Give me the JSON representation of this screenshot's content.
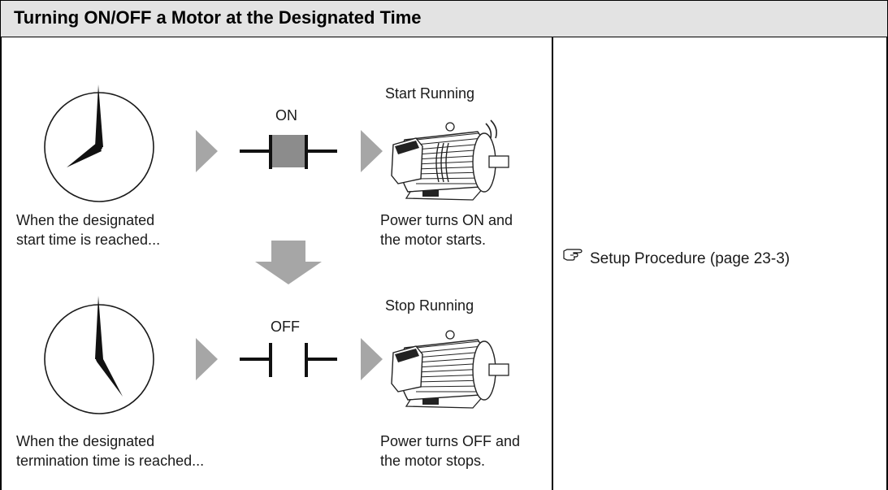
{
  "header": {
    "title": "Turning ON/OFF a Motor at the Designated Time"
  },
  "rows": [
    {
      "caption_left_line1": "When the designated",
      "caption_left_line2": "start time is reached...",
      "switch_label": "ON",
      "motor_label": "Start Running",
      "caption_right_line1": "Power turns ON and",
      "caption_right_line2": "the motor starts."
    },
    {
      "caption_left_line1": "When the designated",
      "caption_left_line2": "termination time is reached...",
      "switch_label": "OFF",
      "motor_label": "Stop Running",
      "caption_right_line1": "Power turns OFF and",
      "caption_right_line2": "the motor stops."
    }
  ],
  "reference": {
    "icon": "pointing-hand-icon",
    "text": "Setup Procedure (page 23-3)"
  },
  "colors": {
    "header_bg": "#e3e3e3",
    "arrow": "#a6a6a6",
    "switch_fill": "#8c8c8c",
    "line": "#000000"
  }
}
